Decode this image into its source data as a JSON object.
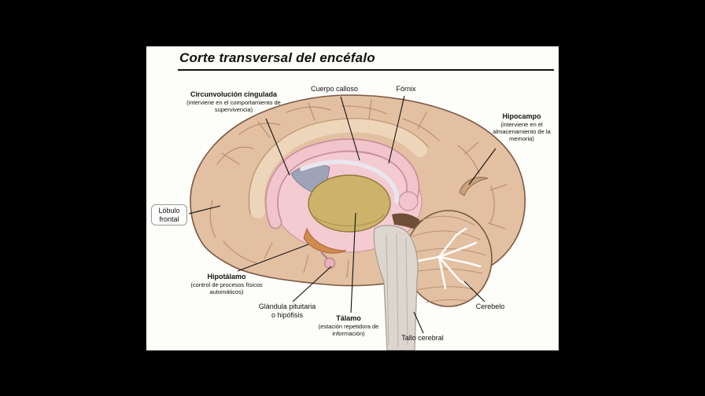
{
  "title": "Corte transversal del encéfalo",
  "labels": {
    "cingulate": {
      "name": "Circunvolución cingulada",
      "desc": "(interviene en el comportamiento de supervivencia)"
    },
    "corpus_callosum": {
      "name": "Cuerpo calloso"
    },
    "fornix": {
      "name": "Fórnix"
    },
    "hippocampus": {
      "name": "Hipocampo",
      "desc": "(interviene en el almacenamiento de la memoria)"
    },
    "frontal_lobe": {
      "name": "Lóbulo frontal"
    },
    "hypothalamus": {
      "name": "Hipotálamo",
      "desc": "(control de procesos físicos automáticos)"
    },
    "pituitary": {
      "name": "Glándula pituitaria o hipófisis"
    },
    "thalamus": {
      "name": "Tálamo",
      "desc": "(estación repetidora de información)"
    },
    "brainstem": {
      "name": "Tallo cerebral"
    },
    "cerebellum": {
      "name": "Cerebelo"
    }
  },
  "colors": {
    "background": "#000000",
    "panel": "#fdfdfa",
    "ink": "#111111",
    "brain": "#e3c0a2",
    "brain-outline": "#7a5942",
    "gyri": "#b38a66",
    "pink": "#f4cbd1",
    "pink-outline": "#c9909c",
    "thalamus": "#cdb26a",
    "thalamus-outline": "#8e7a3c",
    "septum": "#9fa3b8",
    "hypothalamus": "#d08b4f",
    "midbrain": "#6f4e38",
    "stem": "#dcd6cf",
    "stem-outline": "#a79c90",
    "pituitary": "#e9b2ba"
  }
}
